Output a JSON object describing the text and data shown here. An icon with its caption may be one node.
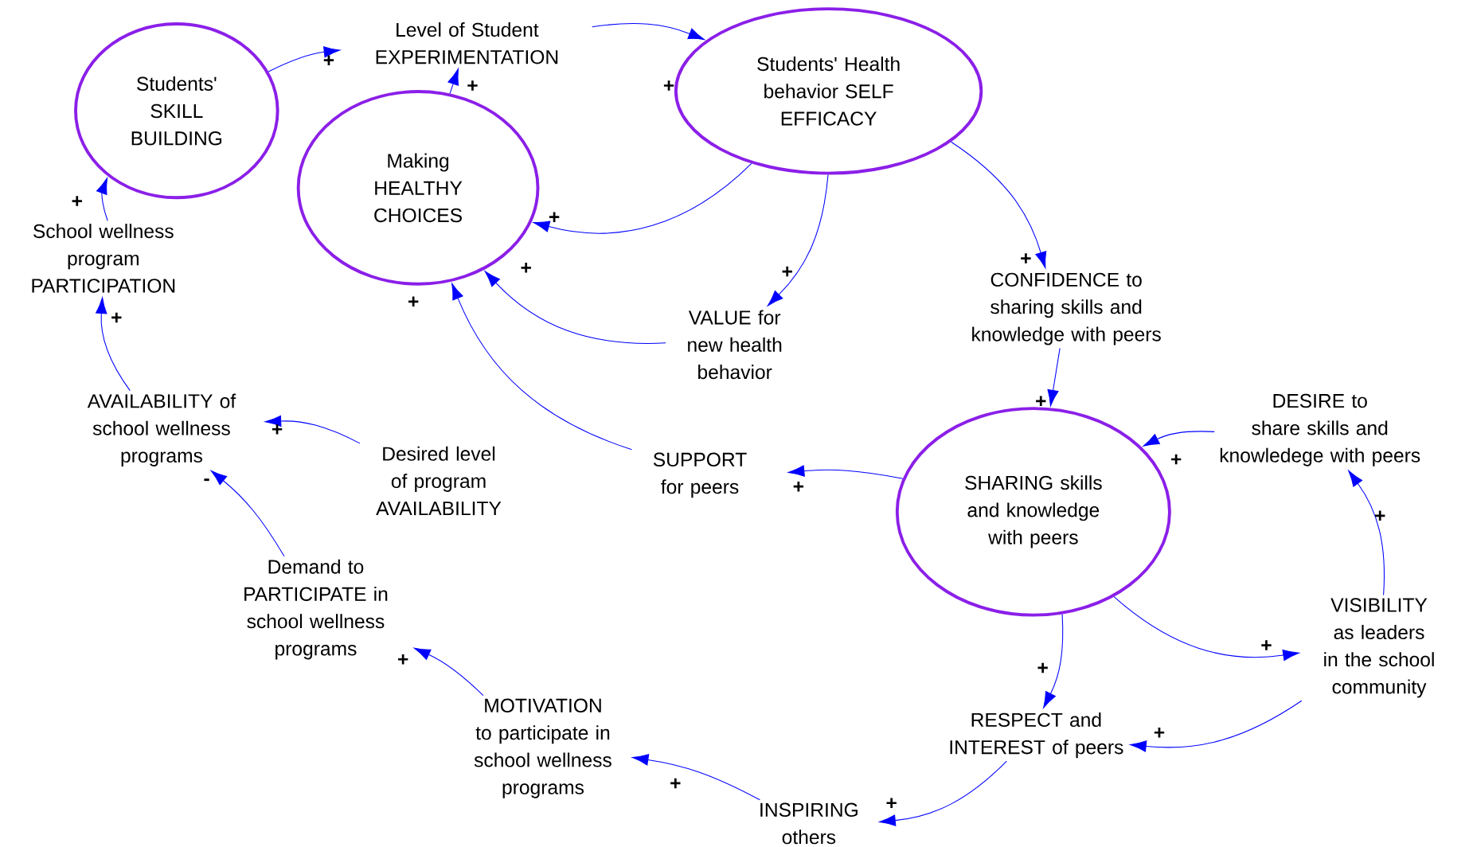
{
  "diagram": {
    "nodes": [
      {
        "text": [
          "Students' SKILL BUILDING"
        ]
      },
      {
        "text": [
          "Level of Student EXPERIMENTATION"
        ]
      },
      {
        "text": [
          "Students' Health behavior SELF EFFICACY"
        ]
      },
      {
        "text": [
          "Making HEALTHY CHOICES"
        ]
      },
      {
        "text": [
          "School wellness program PARTICIPATION"
        ]
      },
      {
        "text": [
          "VALUE for new health behavior"
        ]
      },
      {
        "text": [
          "CONFIDENCE to sharing skills and knowledge with peers"
        ]
      },
      {
        "text": [
          "AVAILABILITY of school wellness programs"
        ]
      },
      {
        "text": [
          "Desired level of program AVAILABILITY"
        ]
      },
      {
        "text": [
          "SUPPORT for peers"
        ]
      },
      {
        "text": [
          "DESIRE to share skills and knowledege with peers"
        ]
      },
      {
        "text": [
          "SHARING skills and knowledge with peers"
        ]
      },
      {
        "text": [
          "Demand to PARTICIPATE in school wellness programs"
        ]
      },
      {
        "text": [
          "VISIBILITY as leaders in the school community"
        ]
      },
      {
        "text": [
          "RESPECT and INTEREST of peers"
        ]
      },
      {
        "text": [
          "MOTIVATION to participate in school wellness programs"
        ]
      },
      {
        "text": [
          "INSPIRING others"
        ]
      }
    ],
    "edges": [
      {
        "from": 0,
        "to": 1,
        "arrow": "to",
        "label": "+"
      },
      {
        "from": 1,
        "to": 2,
        "arrow": "to",
        "label": "+"
      },
      {
        "from": 3,
        "to": 1,
        "arrow": "to",
        "label": "+"
      },
      {
        "from": 2,
        "to": 3,
        "arrow": "to",
        "label": "+"
      },
      {
        "from": 2,
        "to": 5,
        "arrow": "to",
        "label": "+"
      },
      {
        "from": 2,
        "to": 6,
        "arrow": "to",
        "label": "+"
      },
      {
        "from": 5,
        "to": 3,
        "arrow": "to",
        "label": "+"
      },
      {
        "from": 9,
        "to": 3,
        "arrow": "to",
        "label": "+"
      },
      {
        "from": 4,
        "to": 0,
        "arrow": "to",
        "label": "+"
      },
      {
        "from": 7,
        "to": 4,
        "arrow": "to",
        "label": "+"
      },
      {
        "from": 8,
        "to": 7,
        "arrow": "to",
        "label": "+"
      },
      {
        "from": 12,
        "to": 7,
        "arrow": "to",
        "label": "-"
      },
      {
        "from": 6,
        "to": 11,
        "arrow": "to",
        "label": "+"
      },
      {
        "from": 10,
        "to": 11,
        "arrow": "to",
        "label": "+"
      },
      {
        "from": 11,
        "to": 9,
        "arrow": "to",
        "label": "+"
      },
      {
        "from": 11,
        "to": 14,
        "arrow": "to",
        "label": "+"
      },
      {
        "from": 11,
        "to": 13,
        "arrow": "to",
        "label": "+"
      },
      {
        "from": 13,
        "to": 10,
        "arrow": "to",
        "label": "+"
      },
      {
        "from": 13,
        "to": 14,
        "arrow": "to",
        "label": "+"
      },
      {
        "from": 14,
        "to": 16,
        "arrow": "to",
        "label": "+"
      },
      {
        "from": 16,
        "to": 15,
        "arrow": "to",
        "label": "+"
      },
      {
        "from": 15,
        "to": 12,
        "arrow": "to",
        "label": "+"
      }
    ]
  }
}
